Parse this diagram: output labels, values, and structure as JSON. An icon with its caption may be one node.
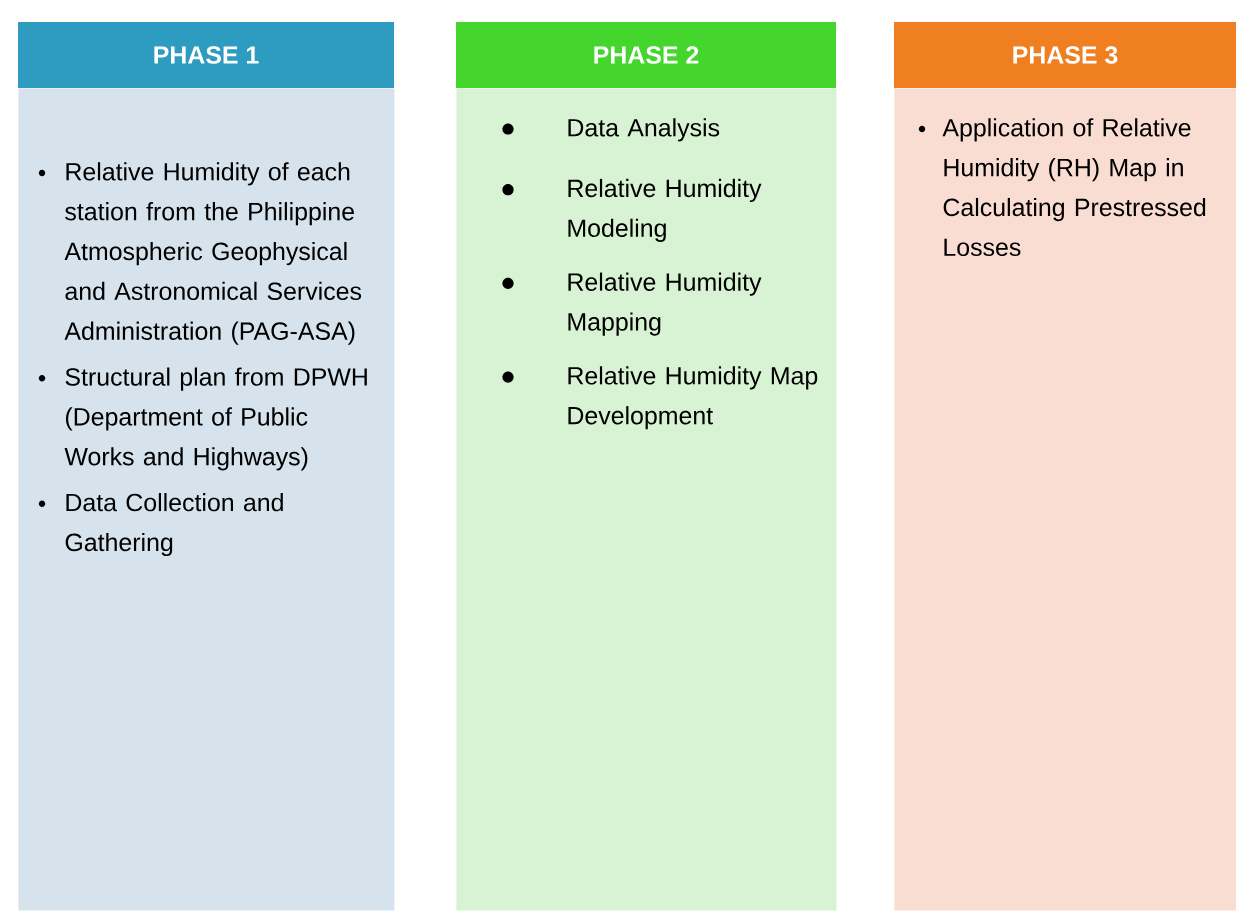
{
  "diagram": {
    "nodes": [
      {
        "text": [
          "PHASE 1",
          "Relative Humidity of each station from the Philippine Atmospheric Geophysical and Astronomical Services Administration (PAG-ASA)",
          "Structural plan from DPWH (Department of Public Works and Highways)",
          "Data Collection and Gathering"
        ]
      },
      {
        "text": [
          "PHASE 2",
          "Data Analysis",
          "Relative Humidity Modeling",
          "Relative Humidity Mapping",
          "Relative Humidity Map Development"
        ]
      },
      {
        "text": [
          "PHASE 3",
          "Application of Relative Humidity (RH) Map in Calculating Prestressed Losses"
        ]
      }
    ]
  }
}
